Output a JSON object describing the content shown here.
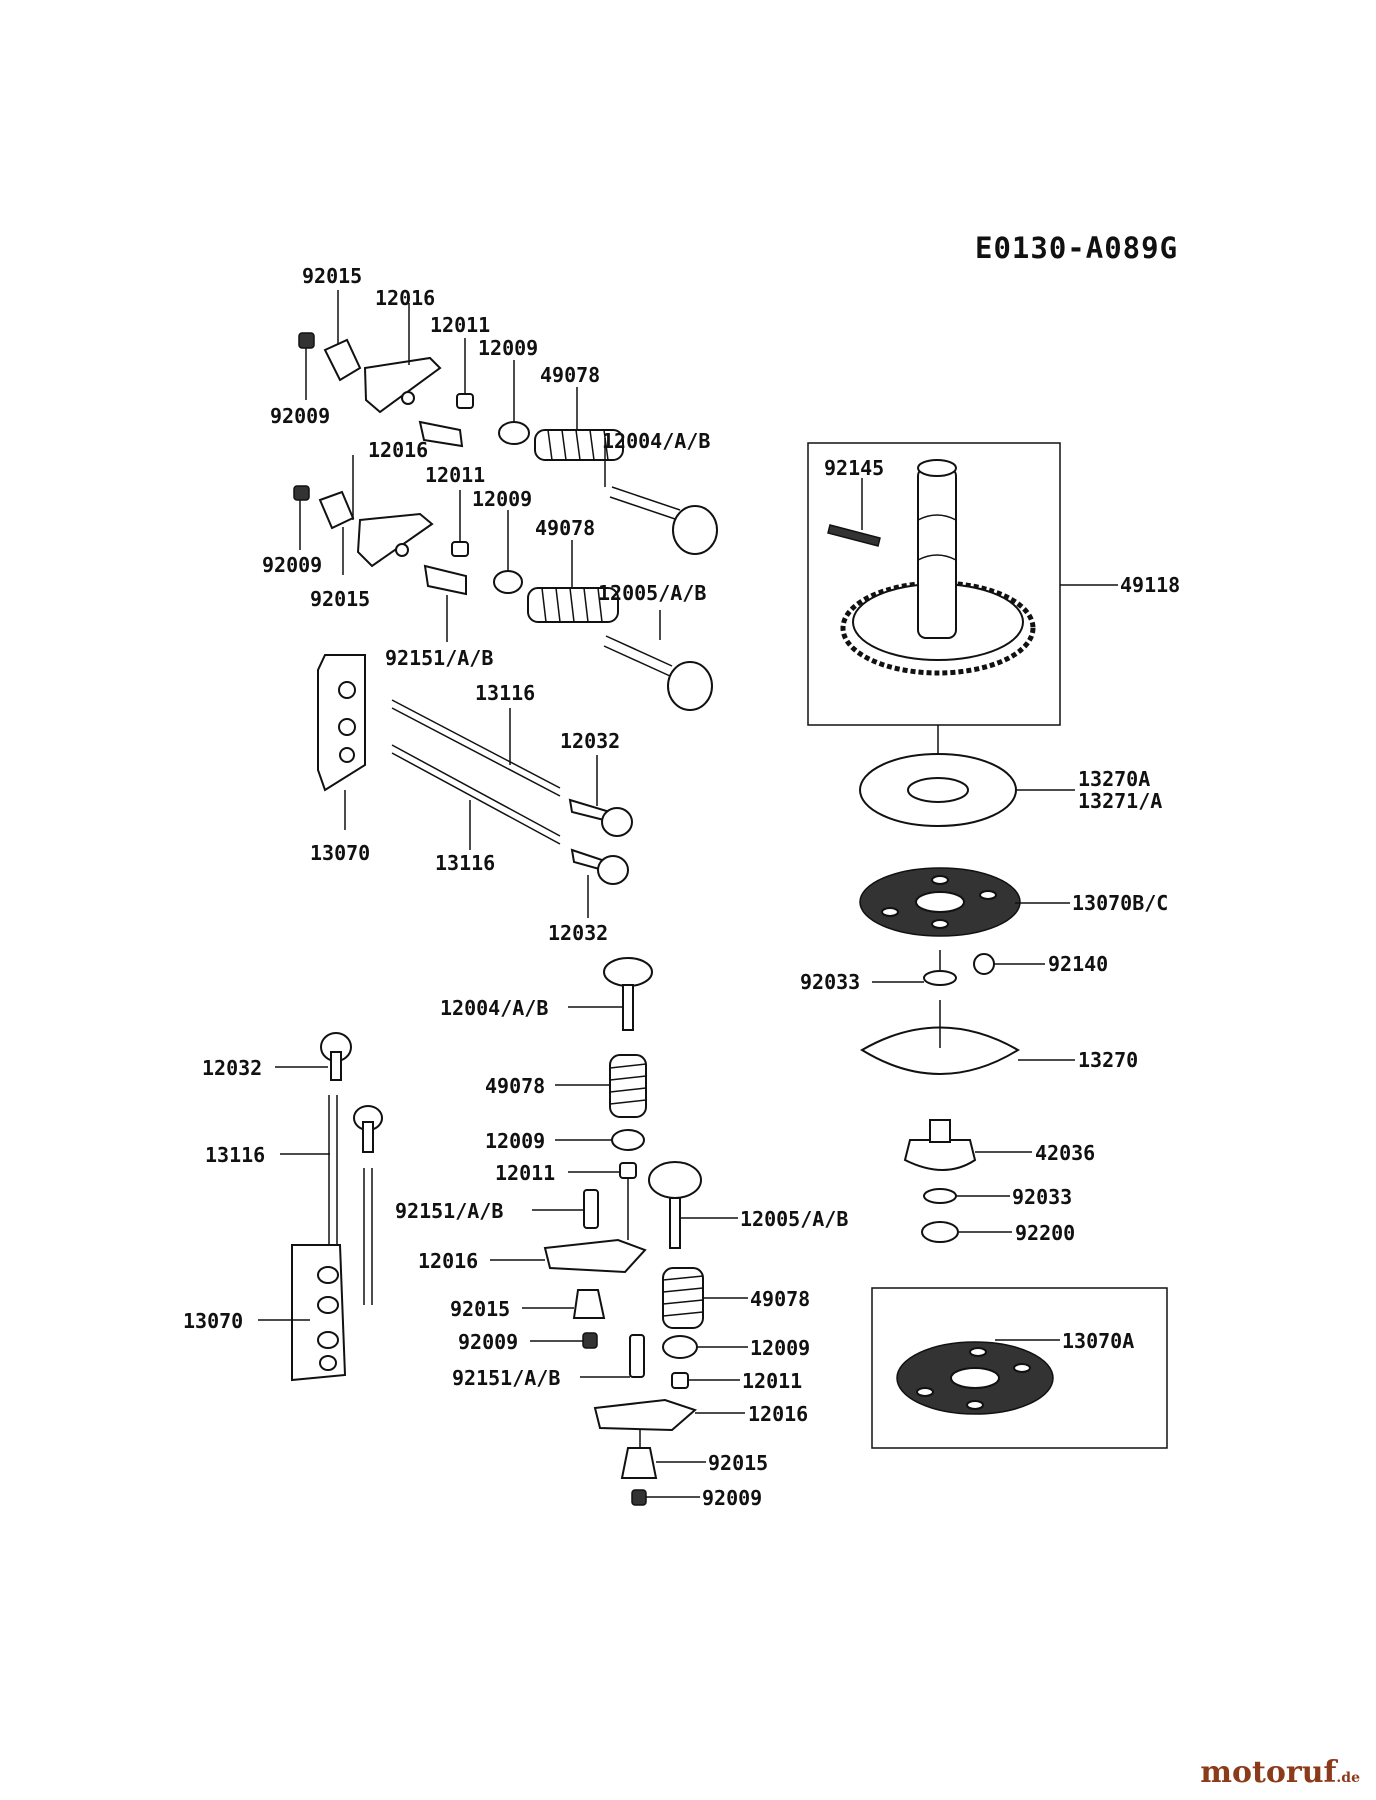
{
  "diagram_code": "E0130-A089G",
  "watermark": {
    "brand": "motoruf",
    "tld": ".de"
  },
  "callouts": {
    "upper_rocker_1": [
      "92015",
      "12016",
      "12011",
      "12009",
      "49078",
      "92009",
      "12004/A/B"
    ],
    "upper_rocker_2": [
      "12016",
      "12011",
      "12009",
      "49078",
      "92009",
      "92015",
      "12005/A/B",
      "92151/A/B"
    ],
    "pushrods_upper": [
      "13116",
      "12032",
      "13070",
      "13116",
      "12032"
    ],
    "camshaft": [
      "92145",
      "49118",
      "13270A",
      "13271/A",
      "13070B/C",
      "92140",
      "92033",
      "13270",
      "42036",
      "92033",
      "92200",
      "13070A"
    ],
    "lower_left": [
      "12032",
      "13116",
      "13070"
    ],
    "lower_center": [
      "12004/A/B",
      "49078",
      "12009",
      "12011",
      "92151/A/B",
      "12016",
      "92015",
      "92009",
      "92151/A/B",
      "12005/A/B",
      "49078",
      "12009",
      "12011",
      "12016",
      "92015",
      "92009"
    ]
  },
  "colors": {
    "ink": "#111111",
    "watermark": "#8b3a1a"
  }
}
